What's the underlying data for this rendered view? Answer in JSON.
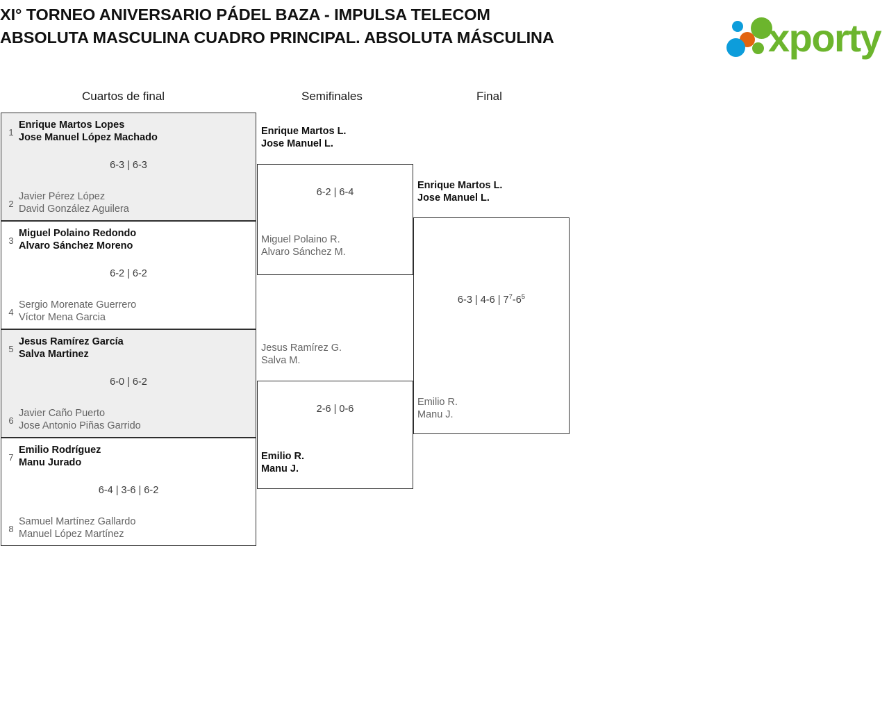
{
  "header": {
    "title": "XI° TORNEO ANIVERSARIO PÁDEL BAZA - IMPULSA TELECOM ABSOLUTA MASCULINA CUADRO PRINCIPAL. ABSOLUTA MÁSCULINA",
    "logo_text": "xporty",
    "logo_colors": {
      "green": "#6cb52d",
      "blue": "#0d9ddb",
      "orange": "#e2640f"
    }
  },
  "rounds": {
    "quarterfinals_label": "Cuartos de final",
    "semifinals_label": "Semifinales",
    "final_label": "Final"
  },
  "quarterfinals": [
    {
      "score": "6-3 | 6-3",
      "top": {
        "seed": "1",
        "player1": "Enrique Martos Lopes",
        "player2": "Jose Manuel López Machado",
        "result": "winner"
      },
      "bottom": {
        "seed": "2",
        "player1": "Javier Pérez López",
        "player2": "David González Aguilera",
        "result": "loser"
      }
    },
    {
      "score": "6-2 | 6-2",
      "top": {
        "seed": "3",
        "player1": "Miguel Polaino Redondo",
        "player2": "Alvaro Sánchez Moreno",
        "result": "winner"
      },
      "bottom": {
        "seed": "4",
        "player1": "Sergio Morenate Guerrero",
        "player2": "Víctor Mena Garcia",
        "result": "loser"
      }
    },
    {
      "score": "6-0 | 6-2",
      "top": {
        "seed": "5",
        "player1": "Jesus Ramírez García",
        "player2": "Salva Martinez",
        "result": "winner"
      },
      "bottom": {
        "seed": "6",
        "player1": "Javier Caño Puerto",
        "player2": "Jose Antonio Piñas Garrido",
        "result": "loser"
      }
    },
    {
      "score": "6-4 | 3-6 | 6-2",
      "top": {
        "seed": "7",
        "player1": "Emilio Rodríguez",
        "player2": "Manu Jurado",
        "result": "winner"
      },
      "bottom": {
        "seed": "8",
        "player1": "Samuel Martínez Gallardo",
        "player2": "Manuel López Martínez",
        "result": "loser"
      }
    }
  ],
  "semifinals": [
    {
      "score": "6-2 | 6-4",
      "top": {
        "player1": "Enrique Martos L.",
        "player2": "Jose Manuel L.",
        "result": "winner"
      },
      "bottom": {
        "player1": "Miguel Polaino R.",
        "player2": "Alvaro Sánchez M.",
        "result": "loser"
      }
    },
    {
      "score": "2-6 | 0-6",
      "top": {
        "player1": "Jesus Ramírez G.",
        "player2": "Salva M.",
        "result": "loser"
      },
      "bottom": {
        "player1": "Emilio R.",
        "player2": "Manu J.",
        "result": "winner"
      }
    }
  ],
  "final": {
    "score_part1": "6-3 | 4-6 | 7",
    "score_sup1": "7",
    "score_part2": "-6",
    "score_sup2": "5",
    "top": {
      "player1": "Enrique Martos L.",
      "player2": "Jose Manuel L.",
      "result": "winner"
    },
    "bottom": {
      "player1": "Emilio R.",
      "player2": "Manu J.",
      "result": "loser"
    }
  }
}
